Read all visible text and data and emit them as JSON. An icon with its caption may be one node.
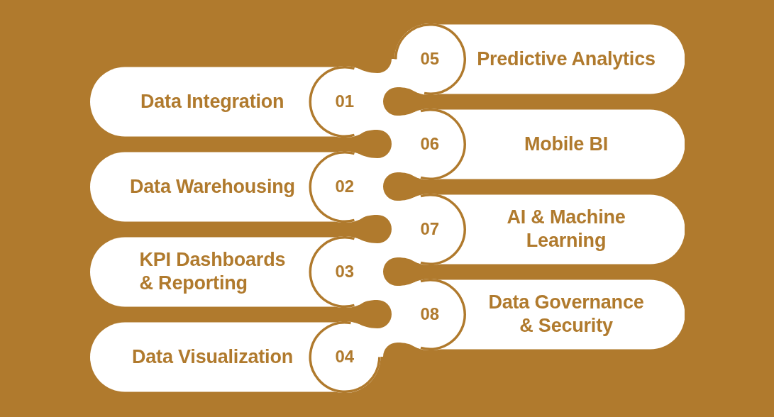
{
  "diagram": {
    "nodes": [
      {
        "text": [
          "Data Integration",
          "01"
        ]
      },
      {
        "text": [
          "Data Warehousing",
          "02"
        ]
      },
      {
        "text": [
          "KPI Dashboards & Reporting",
          "03"
        ]
      },
      {
        "text": [
          "Data Visualization",
          "04"
        ]
      },
      {
        "text": [
          "05",
          "Predictive Analytics"
        ]
      },
      {
        "text": [
          "06",
          "Mobile BI"
        ]
      },
      {
        "text": [
          "07",
          "AI & Machine Learning"
        ]
      },
      {
        "text": [
          "08",
          "Data Governance & Security"
        ]
      }
    ]
  }
}
